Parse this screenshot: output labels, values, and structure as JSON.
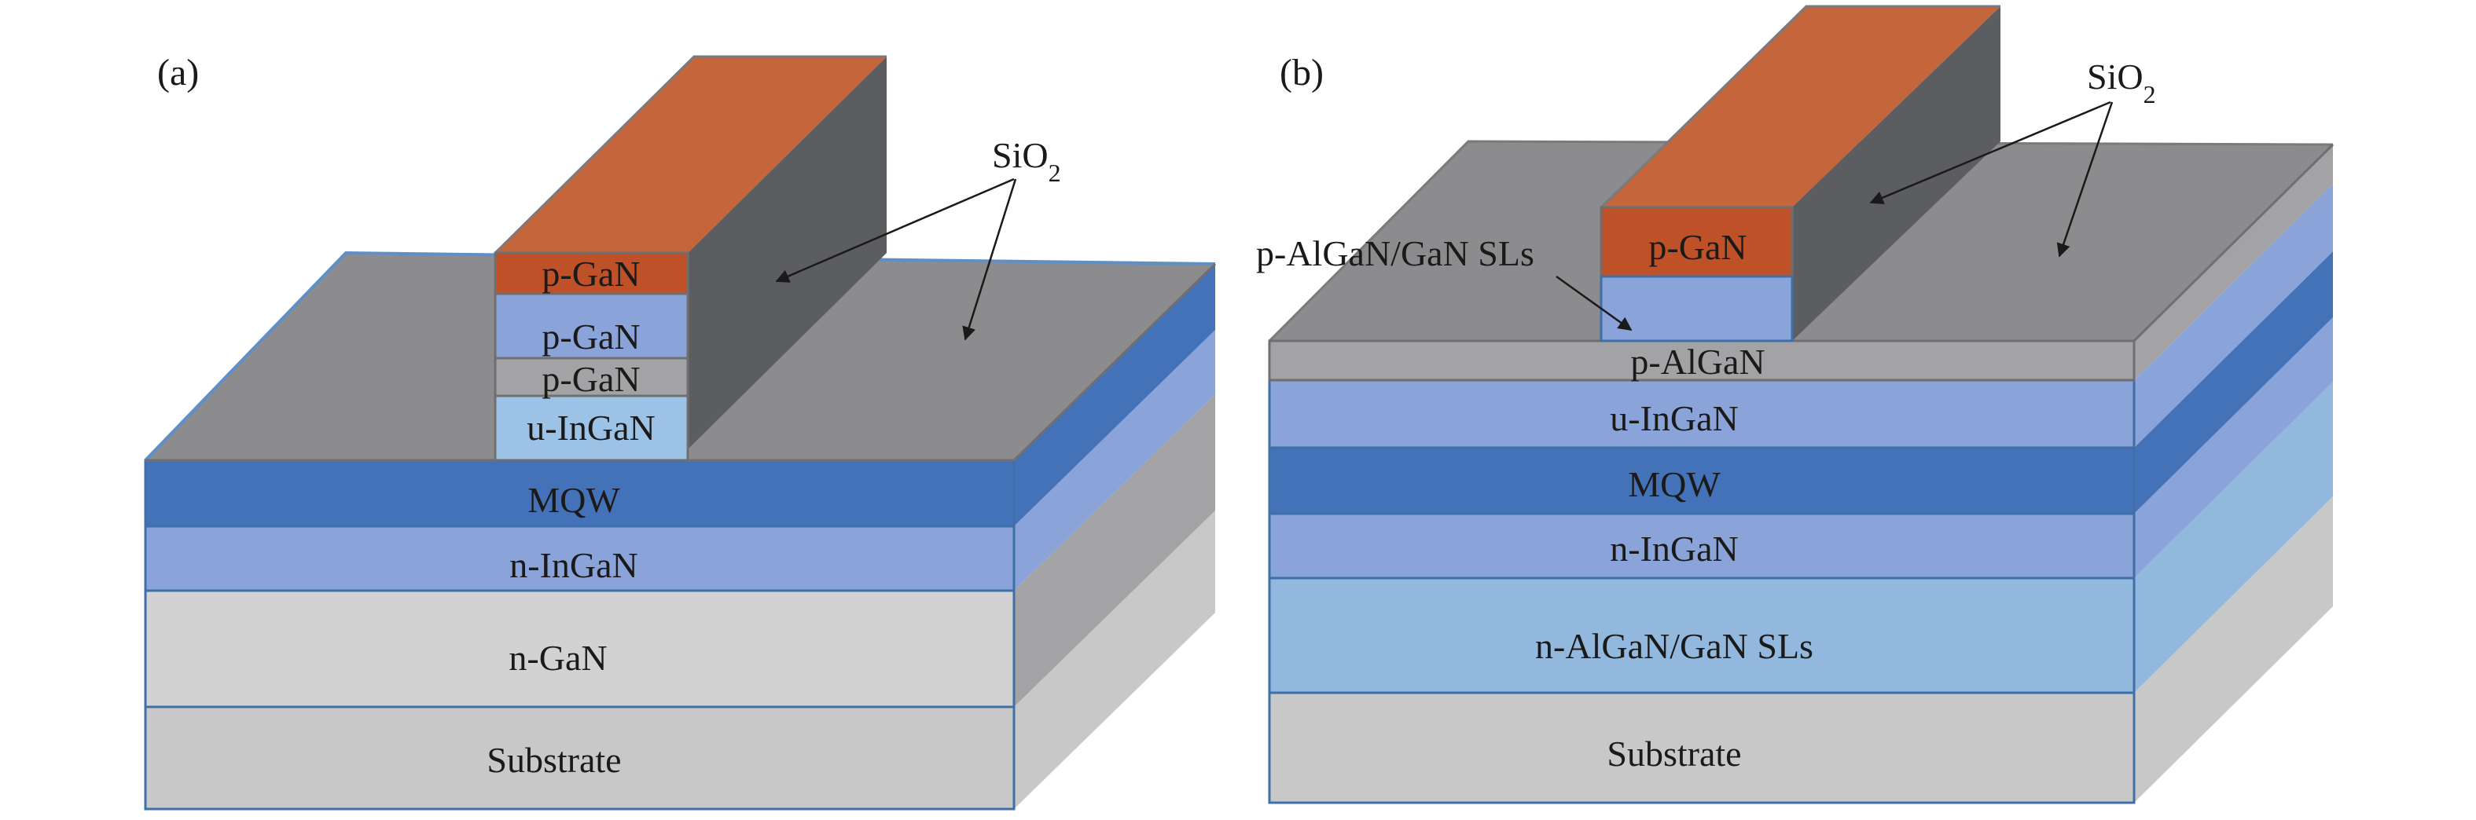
{
  "colors": {
    "sio2_top": "#8c8c8f",
    "sio2_front": "#8f8f92",
    "ridge_side": "#5c5d60",
    "ridge_top": "#c4653c",
    "p_gan": "#bf5128",
    "light_blue": "#8aa3d8",
    "mid_blue": "#4472b8",
    "grey_layer": "#a3a3a6",
    "light_grey": "#d2d2d2",
    "substrate": "#c8c8c9",
    "sls_blue": "#93b8de",
    "u_ingan_a": "#9cc3e6"
  },
  "panel_a": {
    "label": "(a)",
    "callout": {
      "text": "SiO",
      "sub": "2"
    },
    "layers": {
      "mqw": "MQW",
      "n_ingan": "n-InGaN",
      "n_gan": "n-GaN",
      "substrate": "Substrate"
    },
    "ridge_layers": [
      "p-GaN",
      "p-GaN",
      "p-GaN",
      "u-InGaN"
    ]
  },
  "panel_b": {
    "label": "(b)",
    "callout": {
      "text": "SiO",
      "sub": "2"
    },
    "sls_callout": "p-AlGaN/GaN SLs",
    "ridge_layers": [
      "p-GaN"
    ],
    "layers": {
      "p_algan": "p-AlGaN",
      "u_ingan": "u-InGaN",
      "mqw": "MQW",
      "n_ingan": "n-InGaN",
      "n_sls": "n-AlGaN/GaN SLs",
      "substrate": "Substrate"
    }
  }
}
